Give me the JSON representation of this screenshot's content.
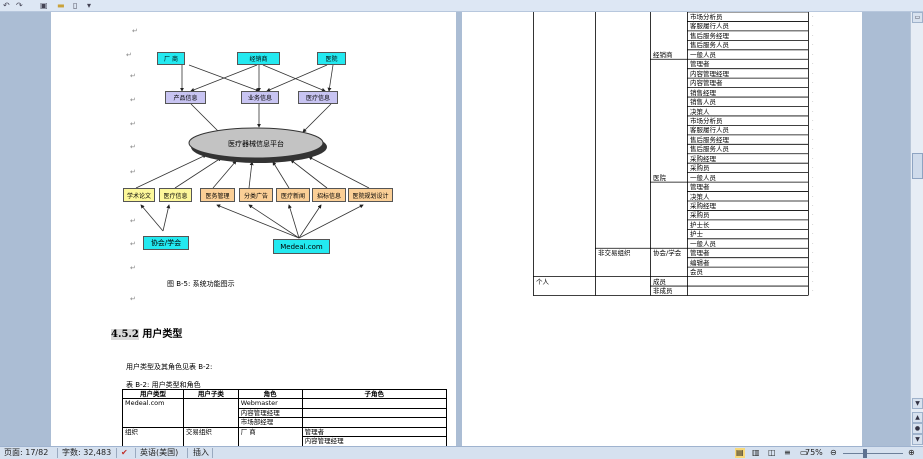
{
  "qat": {
    "undo": "↶",
    "redo": "↷",
    "save": "▣",
    "dropdown": "▾"
  },
  "doc1": {
    "diagram": {
      "top": [
        "厂 商",
        "经销商",
        "医院"
      ],
      "mid": [
        "产品信息",
        "业务信息",
        "医疗信息"
      ],
      "platform": "医疗器械信息平台",
      "bottom": [
        "学术论文",
        "医疗信息",
        "医务管理",
        "分类广告",
        "医疗新闻",
        "招标信息",
        "医院规划设计"
      ],
      "association": "协会/学会",
      "site": "Medeal.com"
    },
    "caption": "图 B-5: 系统功能图示",
    "heading_num": "4.5.2",
    "heading_text": "用户类型",
    "intro": "用户类型及其角色见表 B-2:",
    "table_caption": "表 B-2:   用户类型和角色",
    "table_header": [
      "用户类型",
      "用户子类",
      "角色",
      "子角色"
    ],
    "table_rows": [
      [
        "Medeal.com",
        "",
        "Webmaster",
        ""
      ],
      [
        "",
        "",
        "内容管理经理",
        ""
      ],
      [
        "",
        "",
        "市场部经理",
        ""
      ],
      [
        "组织",
        "交易组织",
        "厂 商",
        "管理者"
      ],
      [
        "",
        "",
        "",
        "内容管理经理"
      ]
    ]
  },
  "doc2": {
    "col_c": [
      "",
      "",
      "",
      "",
      "经销商",
      "",
      "",
      "",
      "",
      "",
      "",
      "",
      "",
      "",
      "",
      "",
      "",
      "医院",
      "",
      "",
      "",
      "",
      "",
      "",
      "",
      "协会/学会",
      "",
      "",
      "成员",
      "非成员"
    ],
    "col_d": [
      "市场分析员",
      "客服履行人员",
      "售后服务经理",
      "售后服务人员",
      "一般人员",
      "管理者",
      "内容管理经理",
      "内容管理者",
      "销售经理",
      "销售人员",
      "决策人",
      "市场分析员",
      "客服履行人员",
      "售后服务经理",
      "售后服务人员",
      "采购经理",
      "采购员",
      "一般人员",
      "管理者",
      "决策人",
      "采购经理",
      "采购员",
      "护士长",
      "护士",
      "一般人员",
      "管理者",
      "编辑者",
      "会员",
      "",
      ""
    ],
    "col_b_label": "非交易组织",
    "col_a_label": "个人"
  },
  "status": {
    "page": "页面: 17/82",
    "words": "字数: 32,483",
    "lang": "英语(美国)",
    "mode": "插入",
    "zoom": "75%"
  }
}
